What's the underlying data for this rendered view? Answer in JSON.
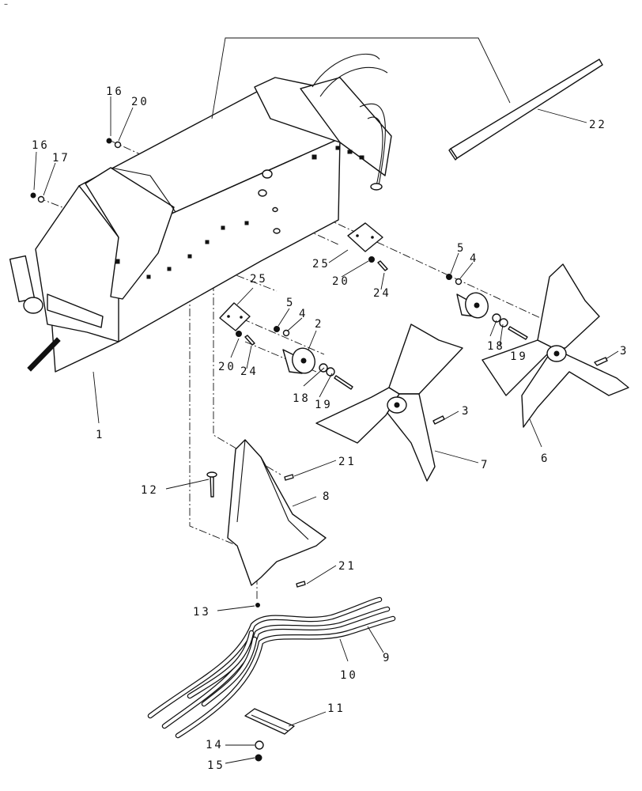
{
  "corner_mark": "–",
  "callouts": {
    "c1": "1",
    "c2": "2",
    "c3a": "3",
    "c3b": "3",
    "c4a": "4",
    "c4b": "4",
    "c5a": "5",
    "c5b": "5",
    "c6": "6",
    "c7": "7",
    "c8": "8",
    "c9": "9",
    "c10": "10",
    "c11": "11",
    "c12": "12",
    "c13": "13",
    "c14": "14",
    "c15": "15",
    "c16a": "16",
    "c16b": "16",
    "c17": "17",
    "c18a": "18",
    "c18b": "18",
    "c19a": "19",
    "c19b": "19",
    "c20a": "20",
    "c20b": "20",
    "c20c": "20",
    "c21a": "21",
    "c21b": "21",
    "c22": "22",
    "c24a": "24",
    "c24b": "24",
    "c25a": "25",
    "c25b": "25"
  }
}
